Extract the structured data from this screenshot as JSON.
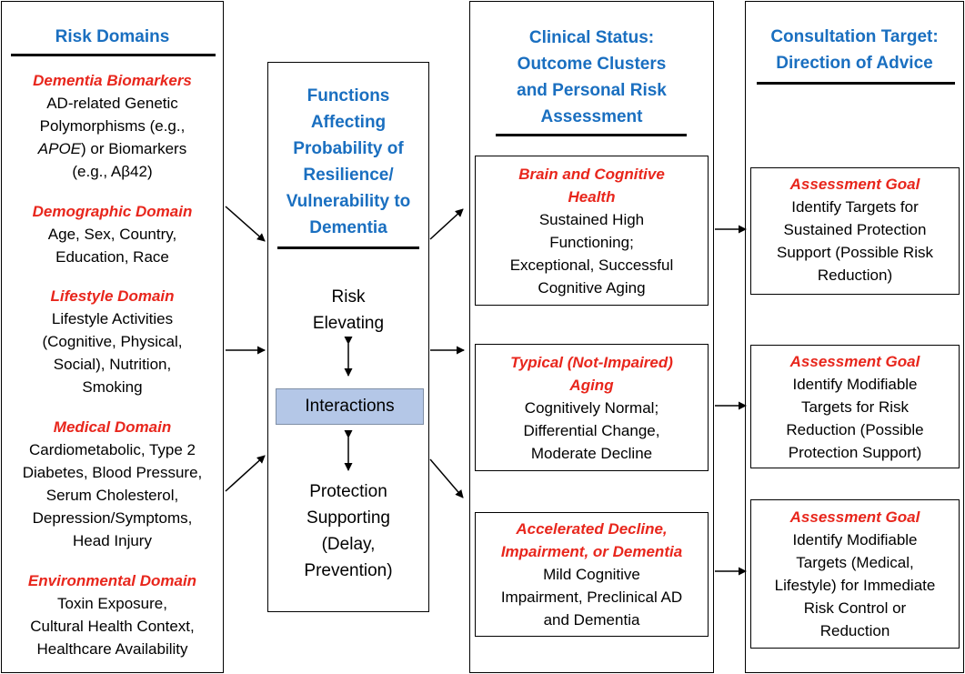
{
  "risk_domains": {
    "title": "Risk Domains",
    "domains": [
      {
        "name": "Dementia Biomarkers",
        "lines": [
          "AD-related Genetic",
          "Polymorphisms (e.g.,",
          "APOE) or Biomarkers",
          "(e.g., Aβ42)"
        ]
      },
      {
        "name": "Demographic Domain",
        "lines": [
          "Age, Sex, Country,",
          "Education, Race"
        ]
      },
      {
        "name": "Lifestyle Domain",
        "lines": [
          "Lifestyle Activities",
          "(Cognitive, Physical,",
          "Social), Nutrition,",
          "Smoking"
        ]
      },
      {
        "name": "Medical Domain",
        "lines": [
          "Cardiometabolic, Type 2",
          "Diabetes, Blood Pressure,",
          "Serum Cholesterol,",
          "Depression/Symptoms,",
          "Head Injury"
        ]
      },
      {
        "name": "Environmental Domain",
        "lines": [
          "Toxin Exposure,",
          "Cultural Health Context,",
          "Healthcare Availability"
        ]
      }
    ]
  },
  "functions": {
    "title_lines": [
      "Functions",
      "Affecting",
      "Probability of",
      "Resilience/",
      "Vulnerability to",
      "Dementia"
    ],
    "risk_lines": [
      "Risk",
      "Elevating"
    ],
    "interactions": "Interactions",
    "protection_lines": [
      "Protection",
      "Supporting",
      "(Delay,",
      "Prevention)"
    ]
  },
  "clinical_status": {
    "title_lines": [
      "Clinical Status:",
      "Outcome Clusters",
      "and Personal Risk",
      "Assessment"
    ],
    "clusters": [
      {
        "name_lines": [
          "Brain and Cognitive",
          "Health"
        ],
        "lines": [
          "Sustained High",
          "Functioning;",
          "Exceptional, Successful",
          "Cognitive Aging"
        ]
      },
      {
        "name_lines": [
          "Typical (Not-Impaired)",
          "Aging"
        ],
        "lines": [
          "Cognitively Normal;",
          "Differential Change,",
          "Moderate Decline"
        ]
      },
      {
        "name_lines": [
          "Accelerated Decline,",
          "Impairment, or Dementia"
        ],
        "lines": [
          "Mild Cognitive",
          "Impairment, Preclinical AD",
          "and Dementia"
        ]
      }
    ]
  },
  "consultation": {
    "title_lines": [
      "Consultation Target:",
      "Direction of Advice"
    ],
    "goals": [
      {
        "name": "Assessment Goal",
        "lines": [
          "Identify Targets for",
          "Sustained Protection",
          "Support (Possible Risk",
          "Reduction)"
        ]
      },
      {
        "name": "Assessment Goal",
        "lines": [
          "Identify Modifiable",
          "Targets for Risk",
          "Reduction (Possible",
          "Protection Support)"
        ]
      },
      {
        "name": "Assessment Goal",
        "lines": [
          "Identify Modifiable",
          "Targets (Medical,",
          "Lifestyle) for Immediate",
          "Risk Control or",
          "Reduction"
        ]
      }
    ]
  }
}
